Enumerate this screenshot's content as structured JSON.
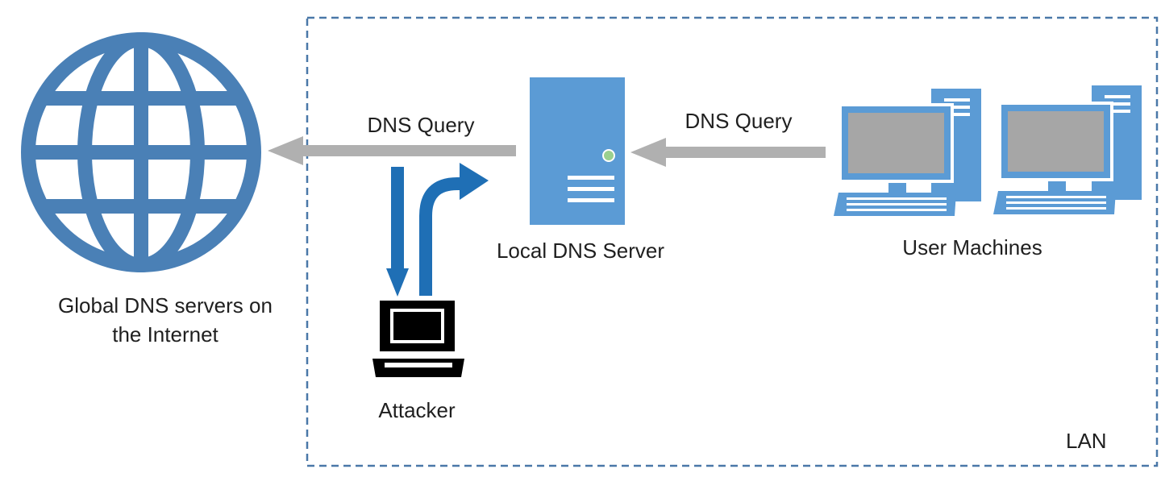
{
  "colors": {
    "icon_blue": "#5b9bd5",
    "globe_blue": "#4a80b6",
    "arrow_gray": "#b0b0b0",
    "attacker_arrow_blue": "#1f6fb5",
    "lan_border": "#4a78a8",
    "led_green": "#9ad08f",
    "text": "#1f1f1f"
  },
  "labels": {
    "globe_line1": "Global DNS servers on",
    "globe_line2": "the Internet",
    "query_left": "DNS Query",
    "query_right": "DNS Query",
    "local_server": "Local DNS Server",
    "user_machines": "User Machines",
    "attacker": "Attacker",
    "lan": "LAN"
  },
  "icons": {
    "globe": "globe-icon",
    "server": "server-tower-icon",
    "user_pc": "desktop-computer-icon",
    "attacker": "laptop-icon"
  }
}
